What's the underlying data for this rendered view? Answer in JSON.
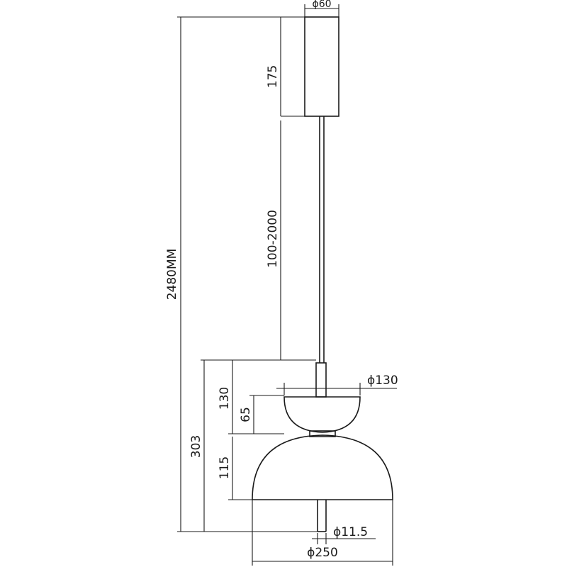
{
  "drawing": {
    "unit": "MM",
    "dimensions": {
      "total_height": "2480MM",
      "canopy_height": "175",
      "cable_length": "100-2000",
      "fixture_height": "303",
      "upper_shade_height": "130",
      "upper_shade_depth": "65",
      "lower_shade_height": "115",
      "canopy_diameter": "ϕ60",
      "upper_shade_diameter": "ϕ130",
      "rod_diameter": "ϕ11.5",
      "lower_shade_diameter": "ϕ250"
    }
  }
}
